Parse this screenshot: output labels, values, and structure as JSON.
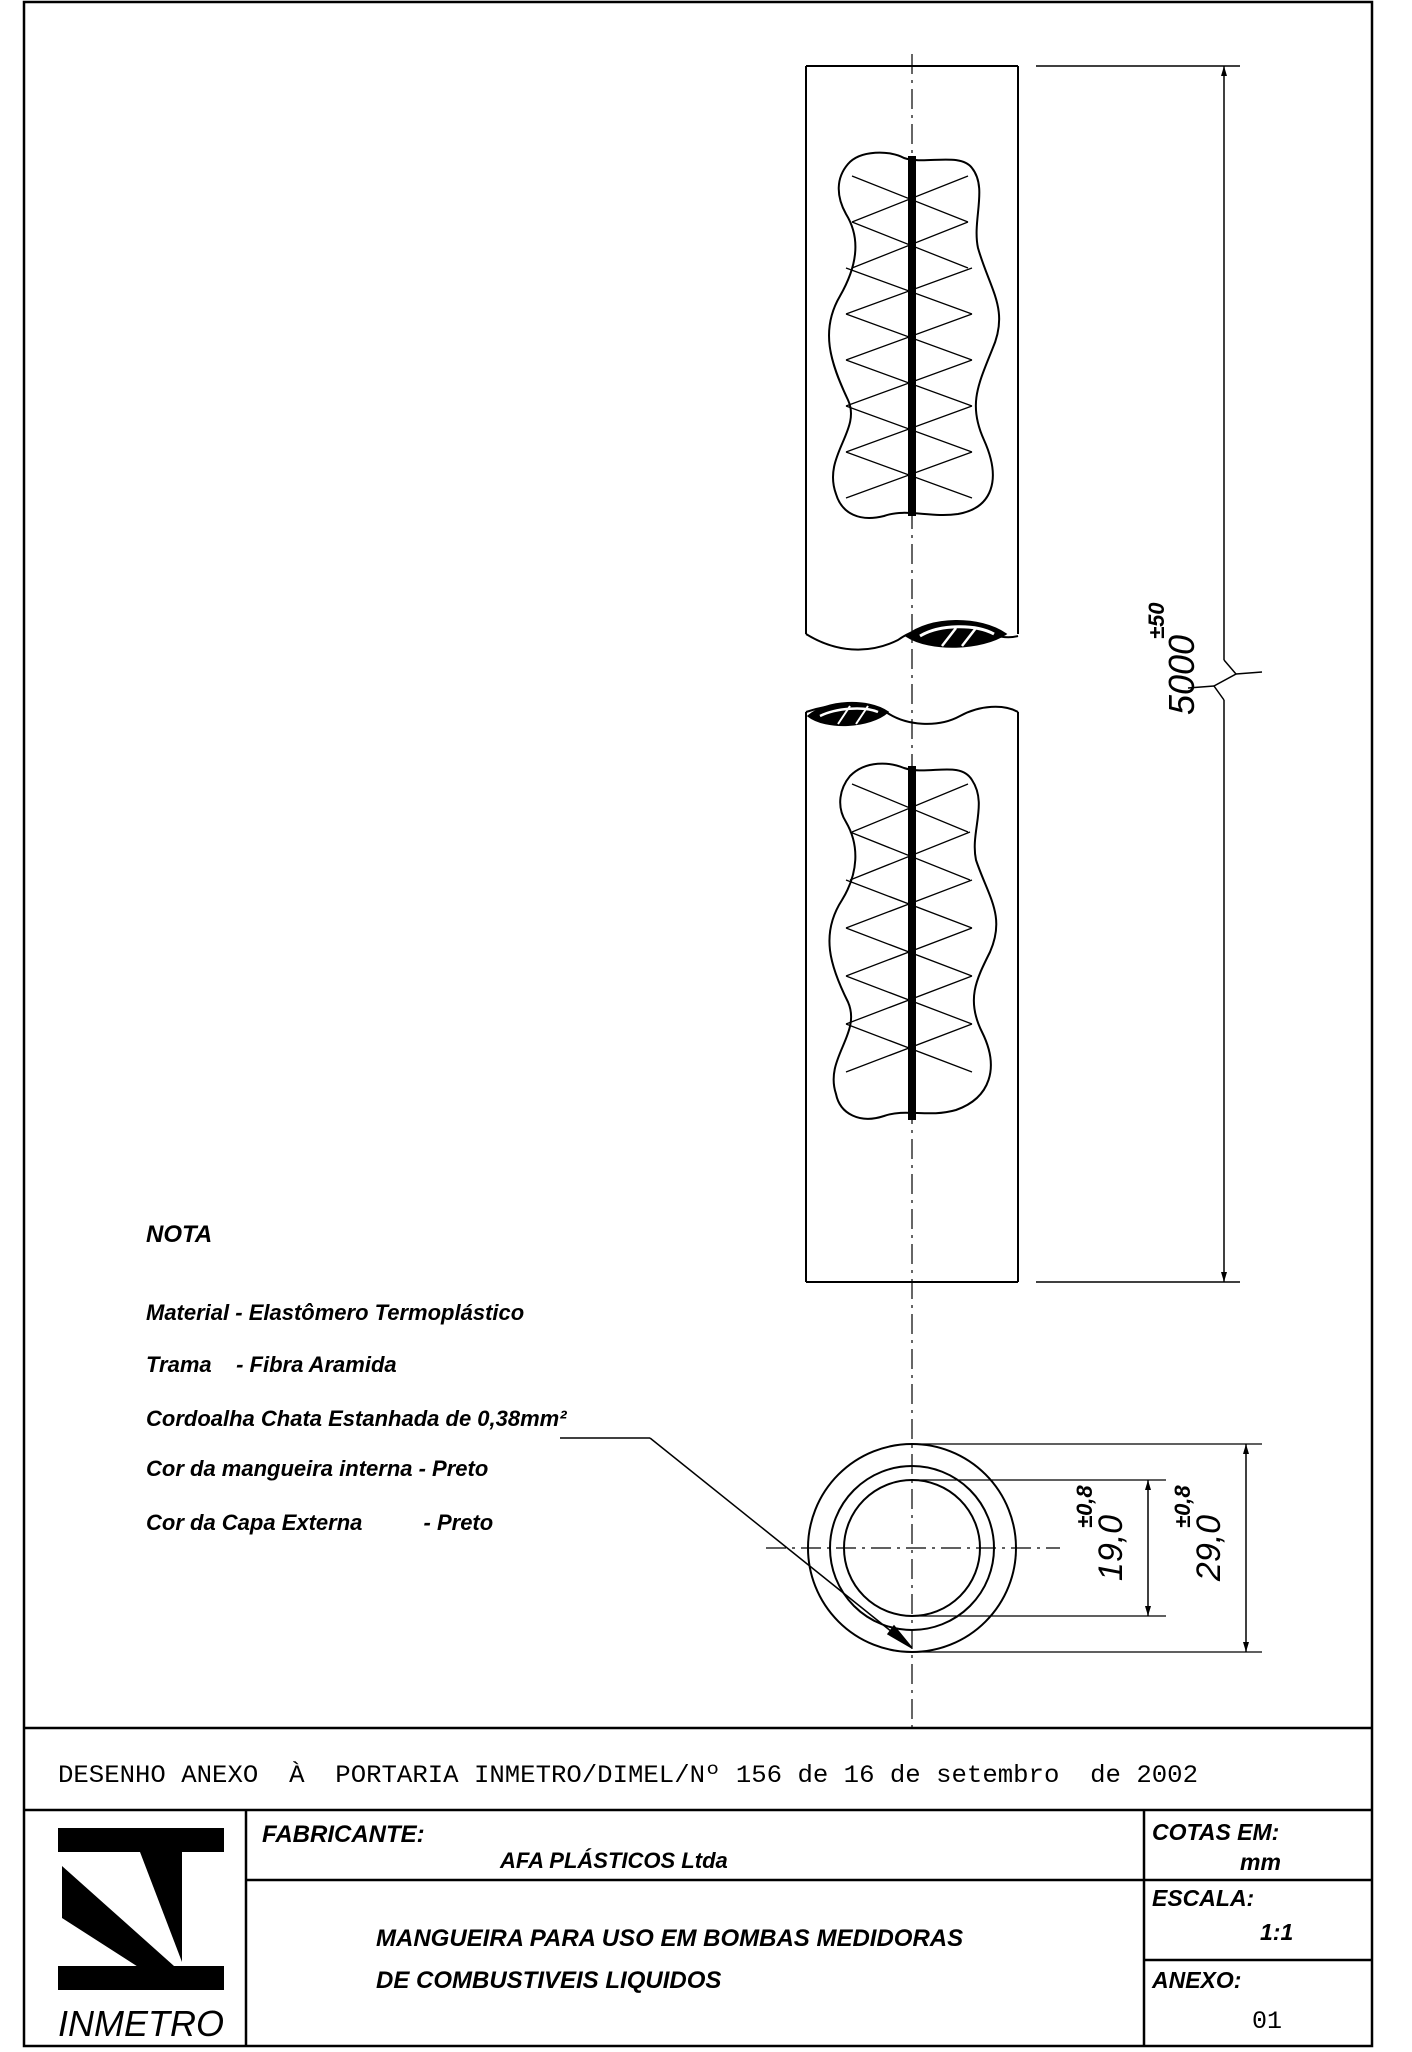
{
  "drawing": {
    "dimensions": {
      "length": {
        "value": "5000",
        "tolerance": "±50"
      },
      "inner_diameter": {
        "value": "19,0",
        "tolerance": "±0,8"
      },
      "outer_diameter": {
        "value": "29,0",
        "tolerance": "±0,8"
      }
    }
  },
  "nota": {
    "title": "NOTA",
    "lines": [
      "Material - Elastômero Termoplástico",
      "Trama    - Fibra Aramida",
      "Cordoalha Chata Estanhada de 0,38mm²",
      "Cor da mangueira interna - Preto",
      "Cor da Capa Externa          - Preto"
    ]
  },
  "title_block": {
    "header_line": "DESENHO ANEXO  À  PORTARIA INMETRO/DIMEL/Nº 156 de 16 de setembro  de 2002",
    "logo_text": "INMETRO",
    "fabricante_label": "FABRICANTE:",
    "fabricante_value": "AFA PLÁSTICOS Ltda",
    "description_line1": "MANGUEIRA PARA USO EM BOMBAS MEDIDORAS",
    "description_line2": "DE COMBUSTIVEIS  LIQUIDOS",
    "cotas_label": "COTAS EM:",
    "cotas_value": "mm",
    "escala_label": "ESCALA:",
    "escala_value": "1:1",
    "anexo_label": "ANEXO:",
    "anexo_value": "01"
  }
}
